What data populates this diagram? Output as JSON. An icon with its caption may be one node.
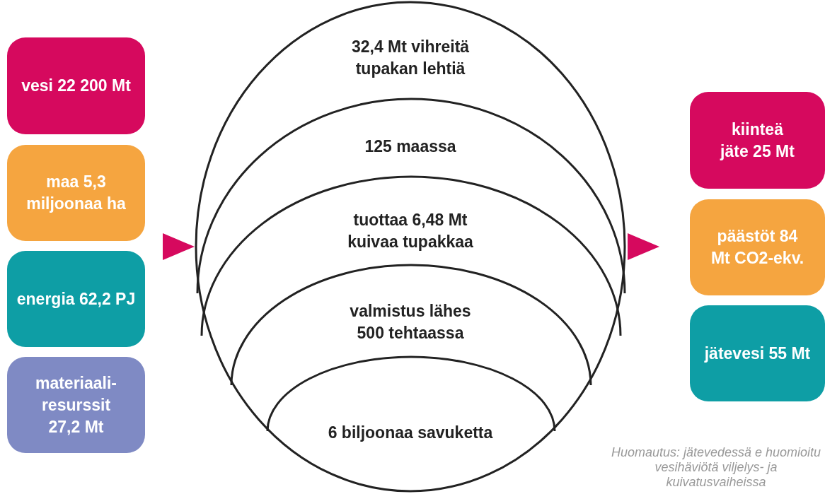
{
  "diagram": {
    "nodes": [
      {
        "text": [
          "vesi 22 200 Mt"
        ]
      },
      {
        "text": [
          "maa 5,3 miljoonaa ha"
        ]
      },
      {
        "text": [
          "energia 62,2 PJ"
        ]
      },
      {
        "text": [
          "materiaali- resurssit 27,2 Mt"
        ]
      },
      {
        "text": [],
        "shape": "circle"
      },
      {
        "text": [
          "32,4 Mt vihreitä tupakan lehtiä"
        ],
        "in": 4
      },
      {
        "text": [
          "125 maassa"
        ],
        "in": 4
      },
      {
        "text": [
          "tuottaa 6,48 Mt kuivaa tupakkaa"
        ],
        "in": 4
      },
      {
        "text": [
          "valmistus lähes 500 tehtaassa"
        ],
        "in": 4
      },
      {
        "text": [
          "6 biljoonaa savuketta"
        ],
        "in": 4
      },
      {
        "text": [
          "kiinteä jäte 25 Mt"
        ]
      },
      {
        "text": [
          "päästöt 84 Mt CO2-ekv."
        ]
      },
      {
        "text": [
          "jätevesi 55 Mt"
        ]
      }
    ],
    "edges": [
      {
        "from": null,
        "to": 4,
        "arrow": "to"
      },
      {
        "from": 4,
        "to": null,
        "arrow": "to"
      }
    ],
    "labels": [
      "Huomautus: jätevedessä e huomioitu vesihäviötä viljelys- ja kuivatusvaiheissa"
    ]
  }
}
